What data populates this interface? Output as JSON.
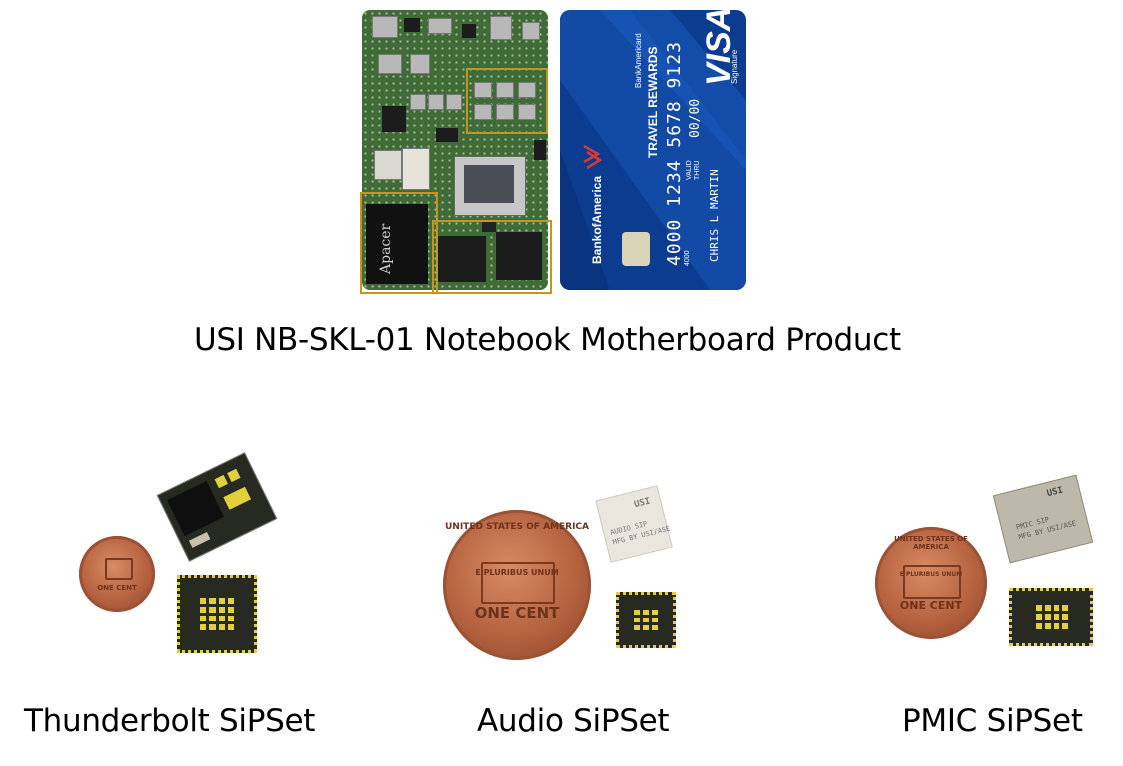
{
  "titles": {
    "main_caption": "USI NB-SKL-01 Notebook Motherboard Product",
    "thunderbolt_caption": "Thunderbolt SiPSet",
    "audio_caption": "Audio SiPSet",
    "pmic_caption": "PMIC SiPSet"
  },
  "board": {
    "memory_brand": "Apacer"
  },
  "card": {
    "issuer": "BankofAmerica",
    "product": "BankAmericard",
    "program": "TRAVEL REWARDS",
    "network": "VISA",
    "network_sub": "Signature",
    "number": "4000 1234 5678 9123",
    "number_prefix": "4000",
    "valid_thru": "VALID THRU",
    "expiry": "00/00",
    "holder": "CHRIS L MARTIN"
  },
  "coins": {
    "top_inscription": "UNITED STATES OF AMERICA",
    "shield_text": "E PLURIBUS UNUM",
    "denomination": "ONE CENT"
  },
  "packages": {
    "brand": "USI",
    "audio_line1": "AUDIO SIP",
    "audio_line2": "MFG BY USI/ASE",
    "pmic_line1": "PMIC SIP",
    "pmic_line2": "MFG BY USI/ASE"
  }
}
